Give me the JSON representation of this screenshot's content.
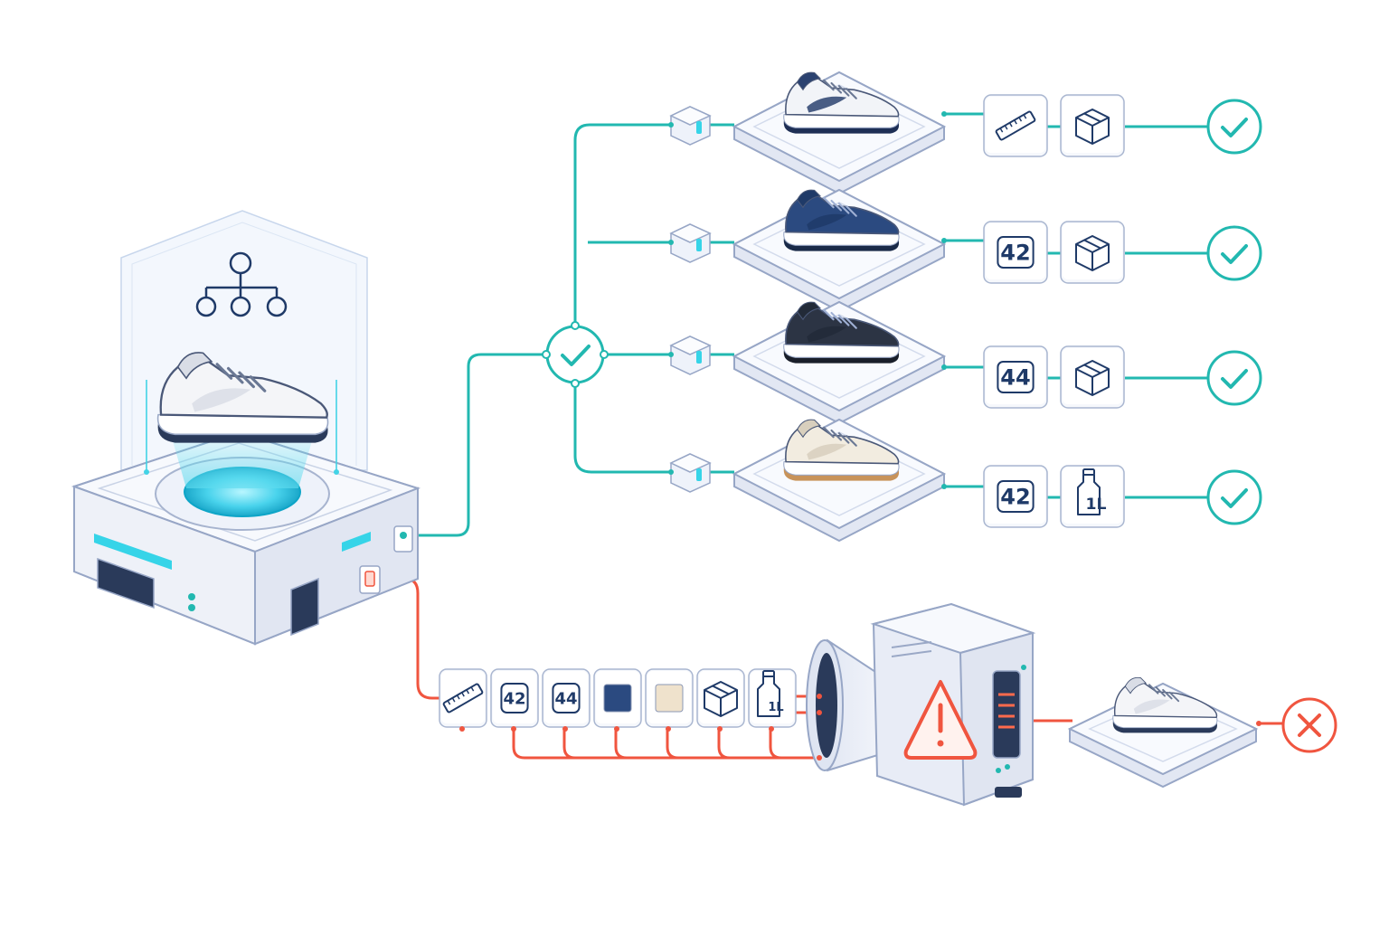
{
  "colors": {
    "teal": "#22b8b0",
    "red": "#f0553f",
    "navy": "#1f3a68",
    "device_body": "#eef1f8",
    "device_edge": "#9aa8c6",
    "glow": "#3fd6e6"
  },
  "source": {
    "icon": "hierarchy-icon",
    "shoe_variant": "white-sneaker"
  },
  "hub": {
    "icon": "check-icon"
  },
  "variants": [
    {
      "shoe": "white-navy-sneaker",
      "chips": [
        {
          "icon": "ruler-icon",
          "text": ""
        },
        {
          "icon": "box-icon",
          "text": ""
        }
      ],
      "status": "check-icon"
    },
    {
      "shoe": "navy-sneaker",
      "chips": [
        {
          "icon": "",
          "text": "42"
        },
        {
          "icon": "box-icon",
          "text": ""
        }
      ],
      "status": "check-icon"
    },
    {
      "shoe": "black-sneaker",
      "chips": [
        {
          "icon": "",
          "text": "44"
        },
        {
          "icon": "box-icon",
          "text": ""
        }
      ],
      "status": "check-icon"
    },
    {
      "shoe": "beige-sneaker",
      "chips": [
        {
          "icon": "",
          "text": "42"
        },
        {
          "icon": "bottle-icon",
          "text": "1L"
        }
      ],
      "status": "check-icon"
    }
  ],
  "rejected_chips": [
    {
      "icon": "ruler-icon",
      "text": ""
    },
    {
      "icon": "",
      "text": "42"
    },
    {
      "icon": "",
      "text": "44"
    },
    {
      "icon": "swatch-icon",
      "text": "",
      "color": "#2b4a80"
    },
    {
      "icon": "swatch-icon",
      "text": "",
      "color": "#efe2cc"
    },
    {
      "icon": "box-icon",
      "text": ""
    },
    {
      "icon": "bottle-icon",
      "text": "1L"
    }
  ],
  "validator": {
    "icon": "warning-icon"
  },
  "rejected_output": {
    "shoe": "white-sneaker",
    "status": "cross-icon"
  }
}
